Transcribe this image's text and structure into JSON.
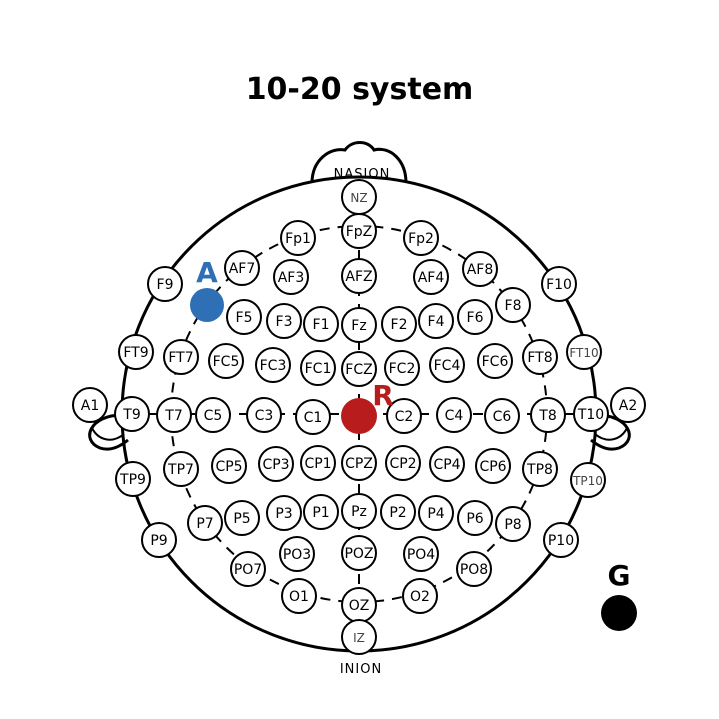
{
  "title": "10-20 system",
  "landmarks": {
    "nasion": "NASION",
    "inion": "INION"
  },
  "markers": {
    "active": {
      "label": "A",
      "color": "#2f6fb5"
    },
    "reference": {
      "label": "R",
      "color": "#b81c1c"
    },
    "ground": {
      "label": "G",
      "color": "#000000"
    }
  },
  "electrodes": [
    "NZ",
    "FpZ",
    "Fp1",
    "Fp2",
    "AF7",
    "AF3",
    "AFZ",
    "AF4",
    "AF8",
    "F9",
    "F10",
    "F5",
    "F3",
    "F1",
    "Fz",
    "F2",
    "F4",
    "F6",
    "F8",
    "FT9",
    "FT7",
    "FC5",
    "FC3",
    "FC1",
    "FCZ",
    "FC2",
    "FC4",
    "FC6",
    "FT8",
    "FT10",
    "A1",
    "T9",
    "T7",
    "C5",
    "C3",
    "C1",
    "C2",
    "C4",
    "C6",
    "T8",
    "T10",
    "A2",
    "TP9",
    "TP7",
    "CP5",
    "CP3",
    "CP1",
    "CPZ",
    "CP2",
    "CP4",
    "CP6",
    "TP8",
    "TP10",
    "P9",
    "P7",
    "P5",
    "P3",
    "P1",
    "Pz",
    "P2",
    "P4",
    "P6",
    "P8",
    "P10",
    "PO7",
    "PO3",
    "POZ",
    "PO4",
    "PO8",
    "O1",
    "OZ",
    "O2",
    "IZ"
  ]
}
